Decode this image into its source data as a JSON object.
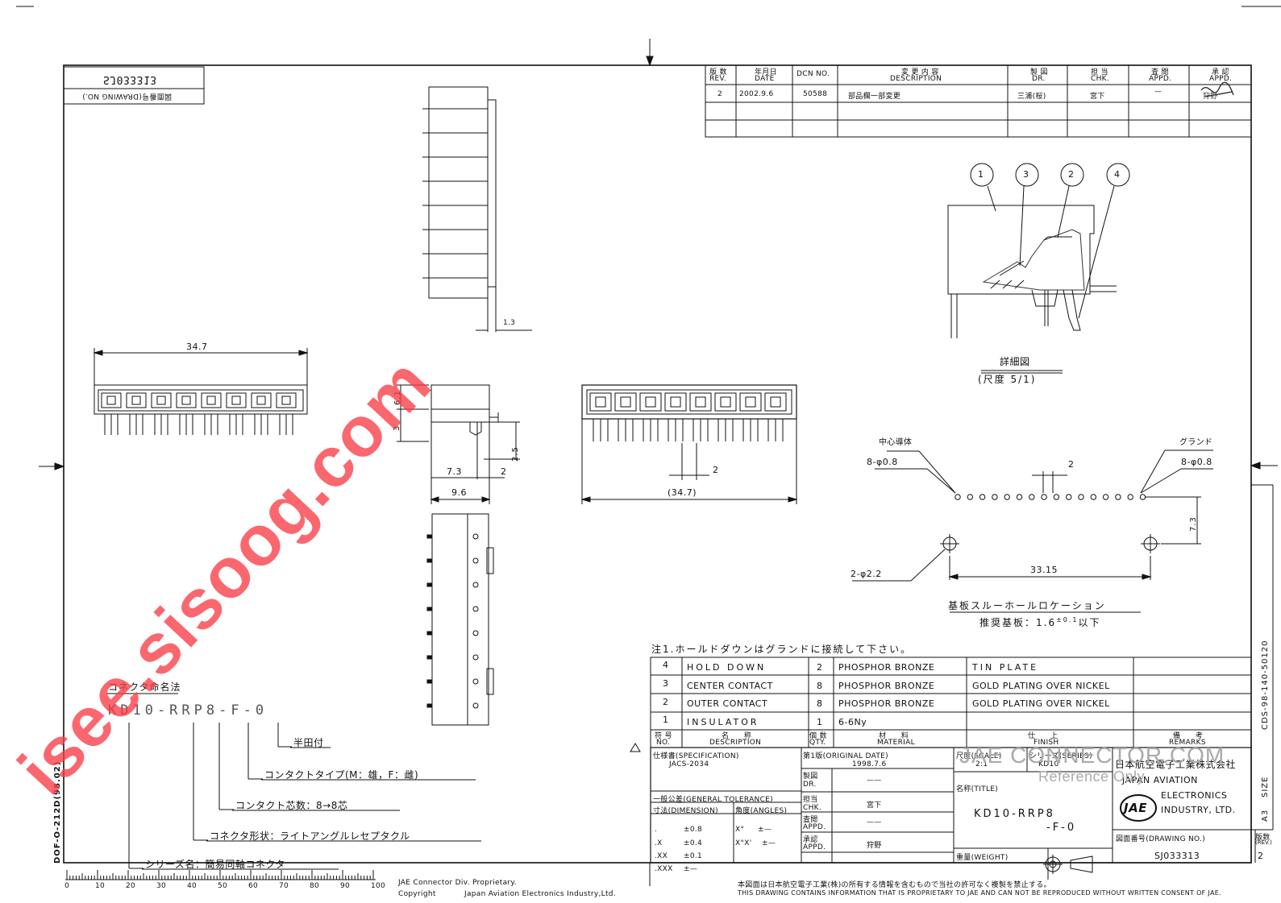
{
  "drawing": {
    "mirrored_drawing_no": "SJ033313",
    "mirrored_label": "図面番号(DRAWING NO.)",
    "side_code": "CDS-98-140-50120",
    "form_code": "DOF-O-212D(98.02)",
    "size_label": "SIZE",
    "size_value": "A3"
  },
  "revision": {
    "headers": [
      {
        "jp": "版 数",
        "en": "REV."
      },
      {
        "jp": "年月日",
        "en": "DATE"
      },
      {
        "jp": "",
        "en": "DCN NO."
      },
      {
        "jp": "変 更 内 容",
        "en": "DESCRIPTION"
      },
      {
        "jp": "製 図",
        "en": "DR."
      },
      {
        "jp": "担 当",
        "en": "CHK."
      },
      {
        "jp": "査 閲",
        "en": "APPD."
      },
      {
        "jp": "承 認",
        "en": "APPD."
      }
    ],
    "row": [
      "2",
      "2002.9.6",
      "50588",
      "部品欄一部変更",
      "三浦(桜)",
      "宮下",
      "—",
      "狩野"
    ]
  },
  "dims": {
    "top_1_3": "1.3",
    "front_34_7": "34.7",
    "side_6_1": "6.1",
    "side_3": "3",
    "side_2_5": "2.5",
    "side_7_3": "7.3",
    "side_2": "2",
    "side_9_6": "9.6",
    "bottom_2": "2",
    "bottom_34_7": "(34.7)",
    "pcb_2": "2",
    "pcb_7_3": "7.3",
    "pcb_33_15": "33.15",
    "hole_left": "8-φ0.8",
    "hole_right": "8-φ0.8",
    "hole_mount": "2-φ2.2",
    "center_label": "中心導体",
    "ground_label": "グランド"
  },
  "detail": {
    "balloons": [
      "1",
      "3",
      "2",
      "4"
    ],
    "title": "詳細図",
    "scale": "(尺度 5/1)"
  },
  "pcb": {
    "title": "基板スルーホールロケーション",
    "rec": "推奨基板：1.6",
    "rec_tol": "±0.1",
    "rec_suffix": "以下"
  },
  "note": "注1.ホールドダウンはグランドに接続して下さい。",
  "naming": {
    "title": "コネクタ命名法",
    "part": "KD10-RRP8-F-0",
    "items": [
      "半田付",
      "コンタクトタイプ(M：雄，F：雌)",
      "コンタクト芯数：8→8芯",
      "コネクタ形状：ライトアングルレセプタクル",
      "シリーズ名：簡易同軸コネクタ"
    ]
  },
  "parts": {
    "rows": [
      {
        "no": "4",
        "desc": "HOLD DOWN",
        "qty": "2",
        "material": "PHOSPHOR BRONZE",
        "finish": "TIN PLATE"
      },
      {
        "no": "3",
        "desc": "CENTER CONTACT",
        "qty": "8",
        "material": "PHOSPHOR BRONZE",
        "finish": "GOLD PLATING OVER NICKEL"
      },
      {
        "no": "2",
        "desc": "OUTER CONTACT",
        "qty": "8",
        "material": "PHOSPHOR BRONZE",
        "finish": "GOLD PLATING OVER NICKEL"
      },
      {
        "no": "1",
        "desc": "INSULATOR",
        "qty": "1",
        "material": "6-6Ny",
        "finish": ""
      }
    ],
    "headers": {
      "no_jp": "符 号",
      "no_en": "NO.",
      "desc_jp": "名　　称",
      "desc_en": "DESCRIPTION",
      "qty_jp": "個 数",
      "qty_en": "QTY.",
      "mat_jp": "材　　料",
      "mat_en": "MATERIAL",
      "fin_jp": "仕　　上",
      "fin_en": "FINISH",
      "rem_jp": "備　　考",
      "rem_en": "REMARKS"
    }
  },
  "title_block": {
    "spec_label": "仕様書(SPECIFICATION)",
    "spec_value": "JACS-2034",
    "orig_label": "第1版(ORIGINAL DATE)",
    "orig_value": "1998.7.6",
    "scale_label": "尺度(SCALE)",
    "scale_value": "2:1",
    "series_label": "シリーズ(SERIES)",
    "series_value": "KD10",
    "company_jp": "日本航空電子工業株式会社",
    "company_en1": "JAPAN AVIATION",
    "company_en2": "ELECTRONICS",
    "company_en3": "INDUSTRY, LTD.",
    "logo": "JAE",
    "tol_label": "一般公差(GENERAL TOLERANCE)",
    "dim_label": "寸法(DIMENSION)",
    "ang_label": "角度(ANGLES)",
    "tol_rows": [
      [
        ".",
        "±0.8",
        "X°",
        "±—"
      ],
      [
        ".X",
        "±0.4",
        "X°X'",
        "±—"
      ],
      [
        ".XX",
        "±0.1",
        "",
        ""
      ],
      [
        ".XXX",
        "±—",
        "",
        ""
      ]
    ],
    "dr_jp": "製図",
    "dr_en": "DR.",
    "dr_val": "——",
    "chk_jp": "担当",
    "chk_en": "CHK.",
    "chk_val": "宮下",
    "appd1_jp": "査閲",
    "appd1_en": "APPD.",
    "appd1_val": "——",
    "appd2_jp": "承認",
    "appd2_en": "APPD.",
    "appd2_val": "狩野",
    "title_label": "名称(TITLE)",
    "title_value1": "KD10-RRP8",
    "title_value2": "-F-0",
    "weight_label": "重量(WEIGHT)",
    "drawing_no_label": "図面番号(DRAWING NO.)",
    "drawing_no": "SJ033313",
    "rev_label": "版数",
    "rev_label_en": "(REV.)",
    "rev_value": "2"
  },
  "footer": {
    "prop1": "JAE Connector Div. Proprietary.",
    "prop2": "Copyright",
    "prop3": "Japan Aviation Electronics Industry,Ltd.",
    "notice_jp": "本図面は日本航空電子工業(株)の所有する情報を含むもので当社の許可なく複製を禁止する。",
    "notice_en": "THIS DRAWING CONTAINS INFORMATION THAT IS PROPRIETARY TO JAE AND CAN NOT BE REPRODUCED WITHOUT WRITTEN CONSENT OF JAE.",
    "ruler": [
      "0",
      "10",
      "20",
      "30",
      "40",
      "50",
      "60",
      "70",
      "80",
      "90",
      "100"
    ]
  },
  "watermark": {
    "site": "isee.sisoog.com",
    "jae1": "JAE CONNECTOR.COM",
    "jae2": "Reference Only"
  }
}
